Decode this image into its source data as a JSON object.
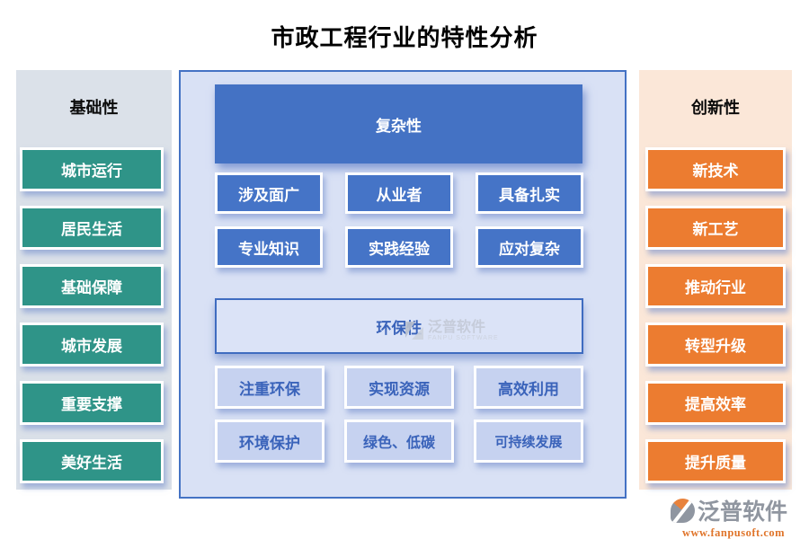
{
  "title": "市政工程行业的特性分析",
  "left_panel": {
    "header": "基础性",
    "items": [
      "城市运行",
      "居民生活",
      "基础保障",
      "城市发展",
      "重要支撑",
      "美好生活"
    ]
  },
  "center_panel": {
    "complexity": {
      "header": "复杂性",
      "items": [
        "涉及面广",
        "从业者",
        "具备扎实",
        "专业知识",
        "实践经验",
        "应对复杂"
      ]
    },
    "environment": {
      "header": "环保性",
      "items": [
        "注重环保",
        "实现资源",
        "高效利用",
        "环境保护",
        "绿色、低碳",
        "可持续发展"
      ]
    }
  },
  "right_panel": {
    "header": "创新性",
    "items": [
      "新技术",
      "新工艺",
      "推动行业",
      "转型升级",
      "提高效率",
      "提升质量"
    ]
  },
  "watermark": {
    "text": "泛普软件",
    "subtext": "FANPU SOFTWARE"
  },
  "footer_logo": {
    "brand": "泛普软件",
    "url": "www.fanpusoft.com"
  },
  "colors": {
    "teal": "#2f9488",
    "blue": "#4472c4",
    "orange": "#ec7c30",
    "left_panel_bg": "#dbe1e9",
    "center_panel_bg": "#d9e1f5",
    "right_panel_bg": "#fbe7d8",
    "light_button_bg": "#c6d2f0",
    "light_button_text": "#3a63ba",
    "url_orange": "#e0752b"
  }
}
